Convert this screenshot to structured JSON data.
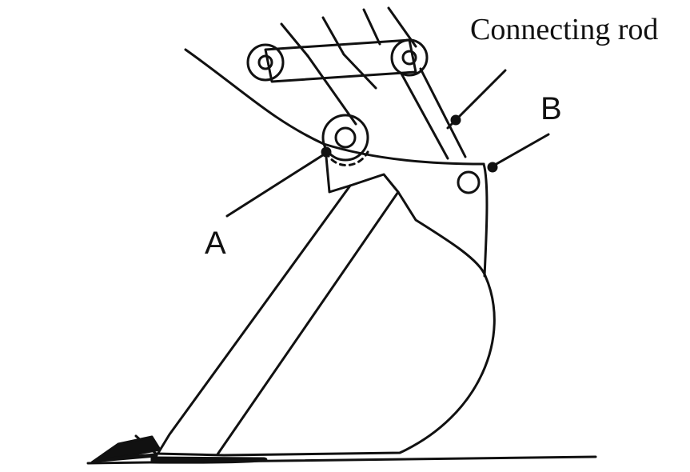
{
  "labels": {
    "connecting_rod": "Connecting rod",
    "point_a": "A",
    "point_b": "B"
  },
  "colors": {
    "ink": "#111111",
    "paper": "#ffffff"
  }
}
